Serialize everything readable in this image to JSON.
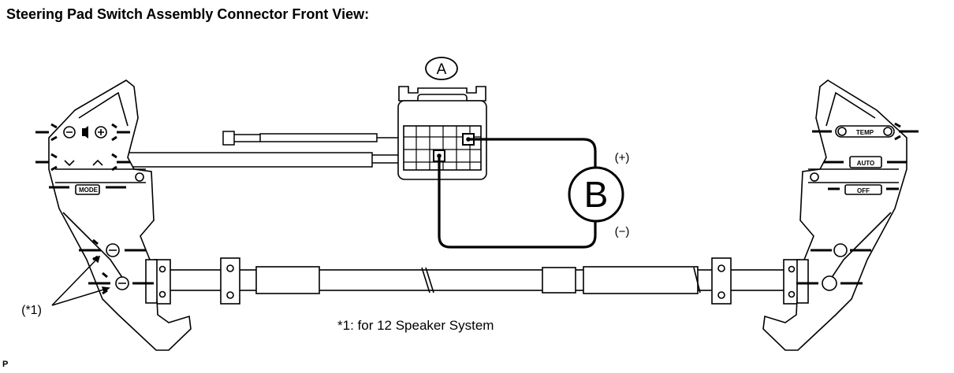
{
  "title": "Steering Pad Switch Assembly Connector Front View:",
  "connector_label": "A",
  "meter_label": "B",
  "meter_positive": "(+)",
  "meter_negative": "(−)",
  "callout_label": "(*1)",
  "footnote": "*1: for 12 Speaker System",
  "corner_mark": "P",
  "left_switch": {
    "mode_label": "MODE"
  },
  "right_switch": {
    "temp_label": "TEMP",
    "auto_label": "AUTO",
    "off_label": "OFF"
  },
  "icons": [
    "steering-pad-left-icon",
    "steering-pad-right-icon",
    "connector-icon",
    "ohmmeter-icon",
    "cross-bar-icon"
  ]
}
